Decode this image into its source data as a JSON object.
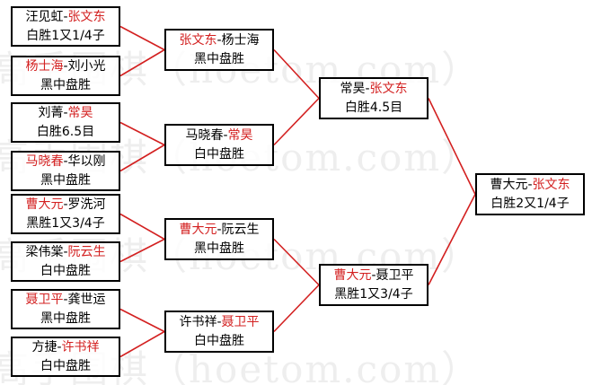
{
  "watermark": "高手围棋（hoetom.com）",
  "colors": {
    "winner": "#d32020",
    "text": "#000000",
    "connector": "#d32020",
    "border": "#000000"
  },
  "bracket": {
    "round1": [
      {
        "id": "m1",
        "players": [
          {
            "name": "汪见虹",
            "winner": false
          },
          {
            "name": "张文东",
            "winner": true
          }
        ],
        "result": "白胜1又1/4子"
      },
      {
        "id": "m2",
        "players": [
          {
            "name": "杨士海",
            "winner": true
          },
          {
            "name": "刘小光",
            "winner": false
          }
        ],
        "result": "黑中盘胜"
      },
      {
        "id": "m3",
        "players": [
          {
            "name": "刘菁",
            "winner": false
          },
          {
            "name": "常昊",
            "winner": true
          }
        ],
        "result": "白胜6.5目"
      },
      {
        "id": "m4",
        "players": [
          {
            "name": "马晓春",
            "winner": true
          },
          {
            "name": "华以刚",
            "winner": false
          }
        ],
        "result": "黑中盘胜"
      },
      {
        "id": "m5",
        "players": [
          {
            "name": "曹大元",
            "winner": true
          },
          {
            "name": "罗洗河",
            "winner": false
          }
        ],
        "result": "黑胜1又3/4子"
      },
      {
        "id": "m6",
        "players": [
          {
            "name": "梁伟棠",
            "winner": false
          },
          {
            "name": "阮云生",
            "winner": true
          }
        ],
        "result": "白中盘胜"
      },
      {
        "id": "m7",
        "players": [
          {
            "name": "聂卫平",
            "winner": true
          },
          {
            "name": "龚世运",
            "winner": false
          }
        ],
        "result": "黑中盘胜"
      },
      {
        "id": "m8",
        "players": [
          {
            "name": "方捷",
            "winner": false
          },
          {
            "name": "许书祥",
            "winner": true
          }
        ],
        "result": "白中盘胜"
      }
    ],
    "round2": [
      {
        "id": "q1",
        "players": [
          {
            "name": "张文东",
            "winner": true
          },
          {
            "name": "杨士海",
            "winner": false
          }
        ],
        "result": "黑中盘胜"
      },
      {
        "id": "q2",
        "players": [
          {
            "name": "马晓春",
            "winner": false
          },
          {
            "name": "常昊",
            "winner": true
          }
        ],
        "result": "白中盘胜"
      },
      {
        "id": "q3",
        "players": [
          {
            "name": "曹大元",
            "winner": true
          },
          {
            "name": "阮云生",
            "winner": false
          }
        ],
        "result": "黑中盘胜"
      },
      {
        "id": "q4",
        "players": [
          {
            "name": "许书祥",
            "winner": false
          },
          {
            "name": "聂卫平",
            "winner": true
          }
        ],
        "result": "白中盘胜"
      }
    ],
    "round3": [
      {
        "id": "s1",
        "players": [
          {
            "name": "常昊",
            "winner": false
          },
          {
            "name": "张文东",
            "winner": true
          }
        ],
        "result": "白胜4.5目"
      },
      {
        "id": "s2",
        "players": [
          {
            "name": "曹大元",
            "winner": true
          },
          {
            "name": "聂卫平",
            "winner": false
          }
        ],
        "result": "黑胜1又3/4子"
      }
    ],
    "final": [
      {
        "id": "f1",
        "players": [
          {
            "name": "曹大元",
            "winner": false
          },
          {
            "name": "张文东",
            "winner": true
          }
        ],
        "result": "白胜2又1/4子"
      }
    ]
  }
}
